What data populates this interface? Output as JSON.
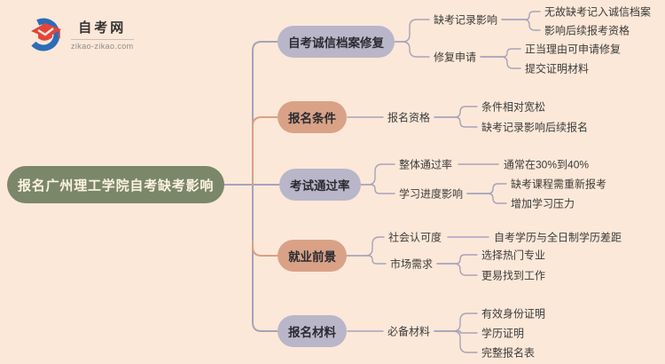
{
  "logo": {
    "site_name": "自考网",
    "site_url": "zikao-zikao.com",
    "icon_blue": "#2d6db5",
    "icon_red": "#e2453b"
  },
  "mindmap": {
    "palette": {
      "bg": "#fce8d8",
      "root_bg": "#7a8768",
      "root_text": "#fdf2e2",
      "lavender": "#b9b6ca",
      "tan": "#d9a287",
      "line_gray": "#a6a3ba",
      "line_orange": "#dd9f81",
      "text_dark": "#3b3b3b",
      "node_text": "#2b2b31"
    },
    "root": {
      "label": "报名广州理工学院自考缺考影响"
    },
    "branches": [
      {
        "label": "自考诚信档案修复",
        "children": [
          {
            "label": "缺考记录影响",
            "children": [
              {
                "label": "无故缺考记入诚信档案"
              },
              {
                "label": "影响后续报考资格"
              }
            ]
          },
          {
            "label": "修复申请",
            "children": [
              {
                "label": "正当理由可申请修复"
              },
              {
                "label": "提交证明材料"
              }
            ]
          }
        ]
      },
      {
        "label": "报名条件",
        "children": [
          {
            "label": "报名资格",
            "children": [
              {
                "label": "条件相对宽松"
              },
              {
                "label": "缺考记录影响后续报名"
              }
            ]
          }
        ]
      },
      {
        "label": "考试通过率",
        "children": [
          {
            "label": "整体通过率",
            "children": [
              {
                "label": "通常在30%到40%"
              }
            ]
          },
          {
            "label": "学习进度影响",
            "children": [
              {
                "label": "缺考课程需重新报考"
              },
              {
                "label": "增加学习压力"
              }
            ]
          }
        ]
      },
      {
        "label": "就业前景",
        "children": [
          {
            "label": "社会认可度",
            "children": [
              {
                "label": "自考学历与全日制学历差距"
              }
            ]
          },
          {
            "label": "市场需求",
            "children": [
              {
                "label": "选择热门专业"
              },
              {
                "label": "更易找到工作"
              }
            ]
          }
        ]
      },
      {
        "label": "报名材料",
        "children": [
          {
            "label": "必备材料",
            "children": [
              {
                "label": "有效身份证明"
              },
              {
                "label": "学历证明"
              },
              {
                "label": "完整报名表"
              }
            ]
          }
        ]
      }
    ]
  }
}
